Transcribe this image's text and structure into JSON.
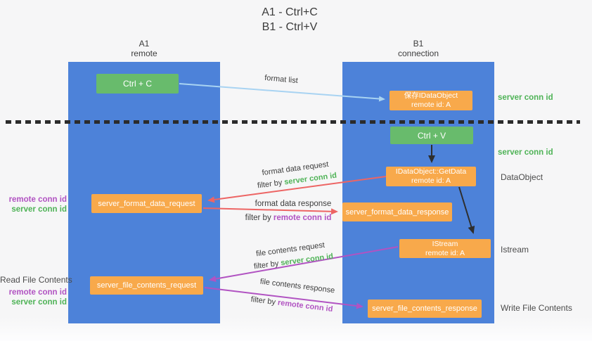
{
  "title": {
    "line1": "A1 - Ctrl+C",
    "line2": "B1 - Ctrl+V"
  },
  "columns": {
    "a1": {
      "name": "A1",
      "subtitle": "remote"
    },
    "b1": {
      "name": "B1",
      "subtitle": "connection"
    }
  },
  "nodes": {
    "ctrl_c": {
      "label": "Ctrl + C"
    },
    "save_idataobject": {
      "line1": "保存IDataObject",
      "line2": "remote id: A"
    },
    "ctrl_v": {
      "label": "Ctrl + V"
    },
    "getdata": {
      "line1": "IDataObject::GetData",
      "line2": "remote id: A"
    },
    "format_request": {
      "label": "server_format_data_request"
    },
    "format_response": {
      "label": "server_format_data_response"
    },
    "istream": {
      "line1": "IStream",
      "line2": "remote id: A"
    },
    "file_request": {
      "label": "server_file_contents_request"
    },
    "file_response": {
      "label": "server_file_contents_response"
    }
  },
  "flow_labels": {
    "format_list": "format list",
    "format_data_request": "format data request",
    "format_data_response": "format data response",
    "file_contents_request": "file contents request",
    "file_contents_response": "file contents response",
    "filter_by": "filter by",
    "server_conn_id": "server conn id",
    "remote_conn_id": "remote conn id"
  },
  "side_labels": {
    "server_conn_id_top": "server conn id",
    "server_conn_id_mid": "server conn id",
    "dataobject": "DataObject",
    "istream": "Istream",
    "write_file_contents": "Write File Contents",
    "read_file_contents": "Read File Contents",
    "remote_conn_id_format": "remote conn id",
    "server_conn_id_format": "server conn id",
    "remote_conn_id_file": "remote conn id",
    "server_conn_id_file": "server conn id"
  },
  "colors": {
    "column_blue": "#4d82d9",
    "box_green": "#68bb6c",
    "box_orange": "#f8a94b",
    "text_green": "#4fb357",
    "text_purple": "#b153c2",
    "arrow_red": "#ed6564",
    "arrow_light_blue": "#a8d3f2",
    "arrow_purple": "#b153c2",
    "arrow_black": "#2e2e2e",
    "background": "#f6f6f7"
  }
}
